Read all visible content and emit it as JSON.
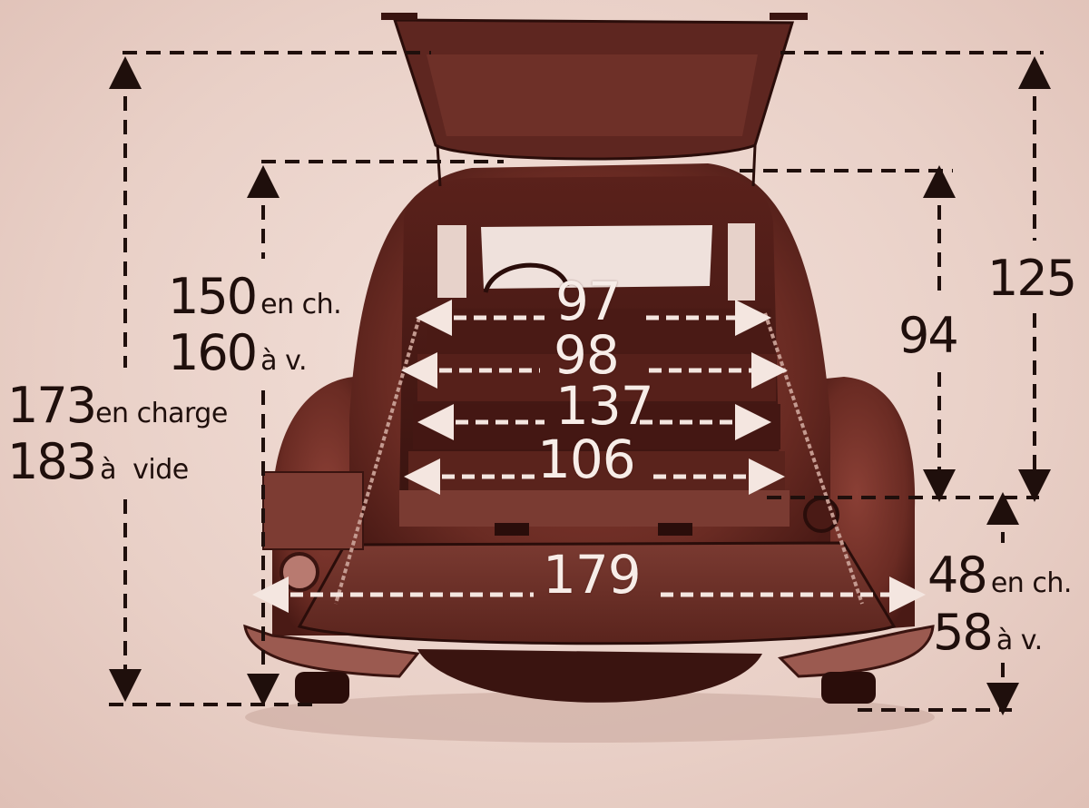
{
  "colors": {
    "background": "#ecd5cd",
    "ink": "#1f0f0c",
    "car_body": "#6e2e26",
    "car_dark": "#3d1511",
    "inner_text": "#f7ede8"
  },
  "dimensions": {
    "overall_height": {
      "value1": "173",
      "unit1": "en charge",
      "value2": "183",
      "unit2": "à  vide"
    },
    "opening_height": {
      "value1": "150",
      "unit1": "en ch.",
      "value2": "160",
      "unit2": "à v."
    },
    "roof_right": {
      "value": "125"
    },
    "interior_height": {
      "value": "94"
    },
    "sill_height": {
      "value1": "48",
      "unit1": "en ch.",
      "value2": "58",
      "unit2": "à v."
    },
    "widths": [
      "97",
      "98",
      "137",
      "106"
    ],
    "tailgate_length": {
      "value": "179"
    }
  }
}
